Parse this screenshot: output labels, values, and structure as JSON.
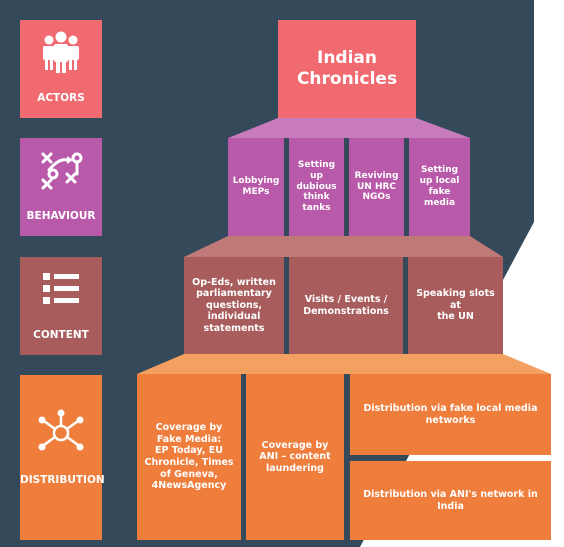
{
  "categories": {
    "actors": "ACTORS",
    "behaviour": "BEHAVIOUR",
    "content": "CONTENT",
    "distribution": "DISTRIBUTION"
  },
  "icons": {
    "actors": "people-group-icon",
    "behaviour": "strategy-play-icon",
    "content": "list-icon",
    "distribution": "network-hub-icon"
  },
  "top": {
    "title": "Indian\nChronicles"
  },
  "behaviour_items": [
    "Lobbying\nMEPs",
    "Setting\nup\ndubious\nthink\ntanks",
    "Reviving\nUN HRC\nNGOs",
    "Setting\nup local\nfake\nmedia"
  ],
  "content_items": [
    "Op-Eds, written\nparliamentary\nquestions,\nindividual\nstatements",
    "Visits / Events /\nDemonstrations",
    "Speaking slots at\nthe UN"
  ],
  "distribution_items": [
    "Coverage by\nFake Media:\nEP Today, EU\nChronicle, Times\nof Geneva,\n4NewsAgency",
    "Coverage by\nANI – content\nlaundering",
    "Distribution via fake local media\nnetworks",
    "Distribution via ANI's network in\nIndia"
  ],
  "colors": {
    "dark_bg": "#34495a",
    "actors": "#f06a70",
    "behaviour": "#b85aa9",
    "content": "#a85c5c",
    "distribution": "#ef7d3c",
    "behaviour_trap": "#c97cbd",
    "content_trap": "#bf7a78",
    "distribution_trap": "#f4a061"
  }
}
